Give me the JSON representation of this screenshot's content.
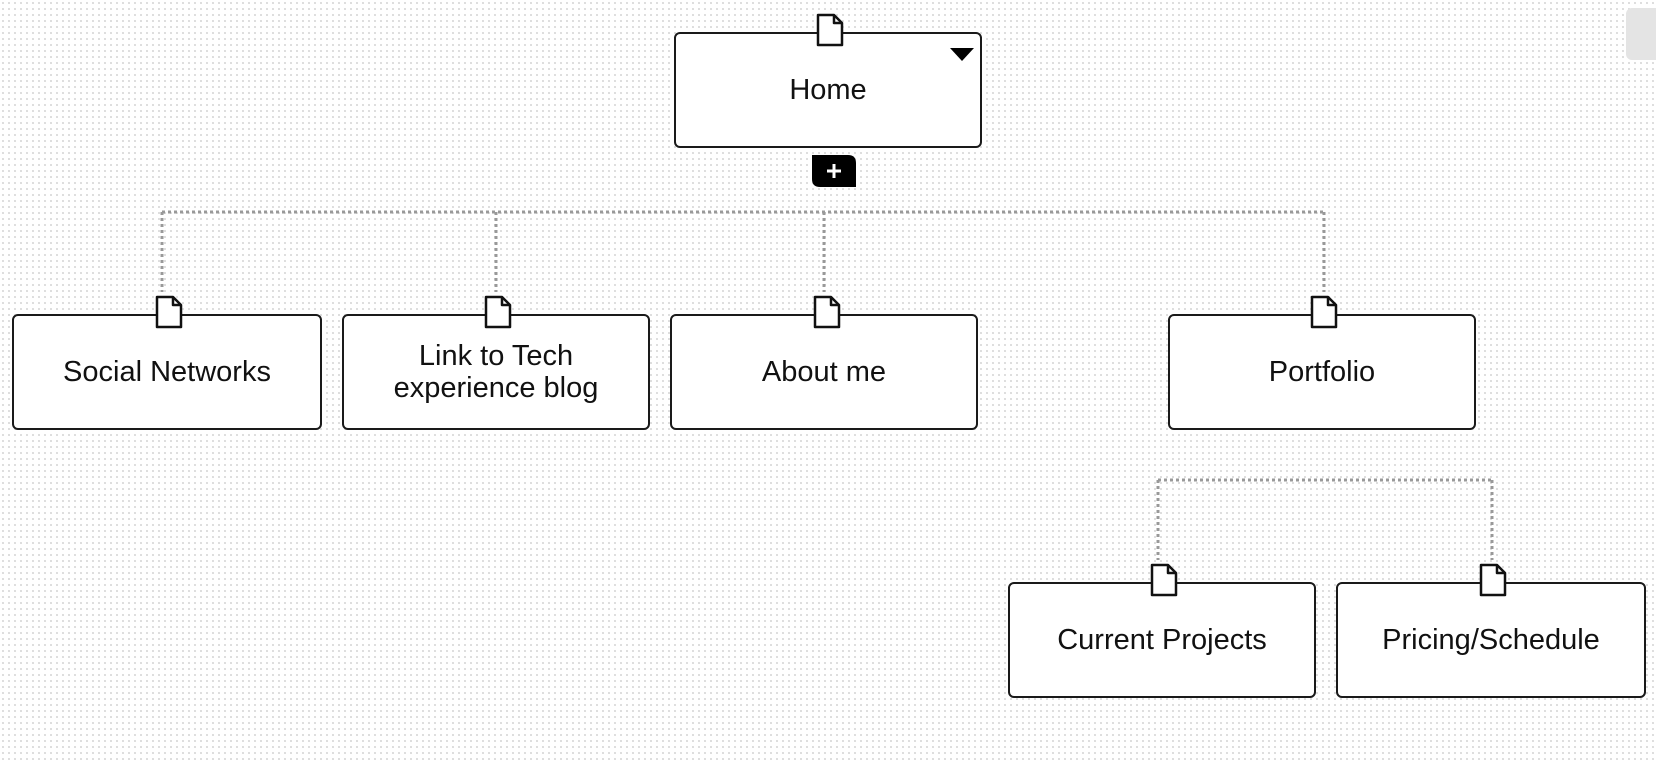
{
  "sitemap": {
    "root": {
      "label": "Home"
    },
    "children": [
      {
        "label": "Social Networks"
      },
      {
        "label": "Link to Tech\nexperience blog"
      },
      {
        "label": "About me"
      },
      {
        "label": "Portfolio"
      }
    ],
    "portfolio_children": [
      {
        "label": "Current Projects"
      },
      {
        "label": "Pricing/Schedule"
      }
    ]
  },
  "icons": {
    "page": "page-icon",
    "add": "plus-icon",
    "menu": "caret-down-icon"
  },
  "colors": {
    "node_border": "#1a1a1a",
    "connector": "#999999",
    "add_button": "#000000",
    "side_tab": "#e4e4e4"
  }
}
